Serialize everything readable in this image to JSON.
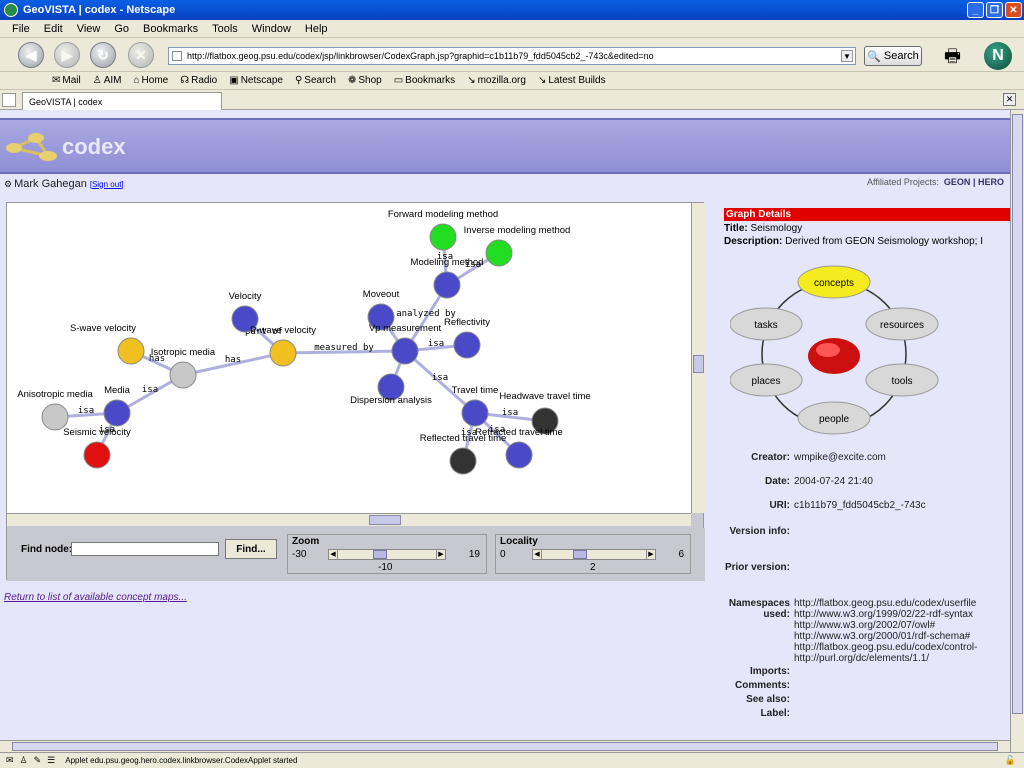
{
  "window": {
    "title": "GeoVISTA | codex - Netscape"
  },
  "menu": [
    "File",
    "Edit",
    "View",
    "Go",
    "Bookmarks",
    "Tools",
    "Window",
    "Help"
  ],
  "url": "http://flatbox.geog.psu.edu/codex/jsp/linkbrowser/CodexGraph.jsp?graphid=c1b11b79_fdd5045cb2_-743c&edited=no",
  "search_label": "Search",
  "personal_toolbar": [
    "Mail",
    "AIM",
    "Home",
    "Radio",
    "Netscape",
    "Search",
    "Shop",
    "Bookmarks",
    "mozilla.org",
    "Latest Builds"
  ],
  "tab": {
    "label": "GeoVISTA | codex"
  },
  "site": {
    "logo": "codex"
  },
  "user": {
    "name": "Mark Gahegan",
    "signout": "[Sign out]",
    "affiliated_label": "Affiliated Projects:",
    "projects": [
      "GEON",
      "HERO"
    ],
    "sep": "|"
  },
  "graph": {
    "nodes": [
      {
        "id": "forward",
        "label": "Forward modeling method",
        "color": "#22dd22"
      },
      {
        "id": "inverse",
        "label": "Inverse modeling method",
        "color": "#22dd22"
      },
      {
        "id": "modeling",
        "label": "Modeling method",
        "color": "#4a4ac8"
      },
      {
        "id": "moveout",
        "label": "Moveout",
        "color": "#4a4ac8"
      },
      {
        "id": "reflectivity",
        "label": "Reflectivity",
        "color": "#4a4ac8"
      },
      {
        "id": "measurement",
        "label": "Vp measurement",
        "color": "#4a4ac8"
      },
      {
        "id": "dispersion",
        "label": "Dispersion analysis",
        "color": "#4a4ac8"
      },
      {
        "id": "velocity",
        "label": "Velocity",
        "color": "#4a4ac8"
      },
      {
        "id": "pwave",
        "label": "P-wave velocity",
        "color": "#f0c020"
      },
      {
        "id": "swave",
        "label": "S-wave velocity",
        "color": "#f0c020"
      },
      {
        "id": "isotropic",
        "label": "Isotropic media",
        "color": "#c8c8c8"
      },
      {
        "id": "anisotropic",
        "label": "Anisotropic media",
        "color": "#c8c8c8"
      },
      {
        "id": "media",
        "label": "Media",
        "color": "#4a4ac8"
      },
      {
        "id": "seismic",
        "label": "Seismic velocity",
        "color": "#e01010"
      },
      {
        "id": "travel",
        "label": "Travel time",
        "color": "#4a4ac8"
      },
      {
        "id": "headwave",
        "label": "Headwave travel time",
        "color": "#333333"
      },
      {
        "id": "reflected",
        "label": "Reflected travel time",
        "color": "#333333"
      },
      {
        "id": "refracted",
        "label": "Refracted travel time",
        "color": "#4a4ac8"
      }
    ],
    "edges": [
      {
        "from": "forward",
        "to": "modeling",
        "label": "isa"
      },
      {
        "from": "inverse",
        "to": "modeling",
        "label": "isa"
      },
      {
        "from": "modeling",
        "to": "measurement",
        "label": "analyzed by"
      },
      {
        "from": "moveout",
        "to": "measurement",
        "label": ""
      },
      {
        "from": "reflectivity",
        "to": "measurement",
        "label": "isa"
      },
      {
        "from": "dispersion",
        "to": "measurement",
        "label": ""
      },
      {
        "from": "velocity",
        "to": "pwave",
        "label": "part of"
      },
      {
        "from": "pwave",
        "to": "measurement",
        "label": "measured by"
      },
      {
        "from": "isotropic",
        "to": "pwave",
        "label": "has"
      },
      {
        "from": "swave",
        "to": "isotropic",
        "label": "has"
      },
      {
        "from": "media",
        "to": "isotropic",
        "label": "isa"
      },
      {
        "from": "anisotropic",
        "to": "media",
        "label": "isa"
      },
      {
        "from": "seismic",
        "to": "media",
        "label": "isa"
      },
      {
        "from": "travel",
        "to": "measurement",
        "label": "isa"
      },
      {
        "from": "headwave",
        "to": "travel",
        "label": "isa"
      },
      {
        "from": "reflected",
        "to": "travel",
        "label": "isa"
      },
      {
        "from": "refracted",
        "to": "travel",
        "label": "isa"
      }
    ]
  },
  "controls": {
    "find_label": "Find node:",
    "find_button": "Find...",
    "zoom": {
      "label": "Zoom",
      "min": "-30",
      "max": "19",
      "value": "-10"
    },
    "locality": {
      "label": "Locality",
      "min": "0",
      "max": "6",
      "value": "2"
    }
  },
  "return_link": "Return to list of available concept maps...",
  "details": {
    "header": "Graph Details",
    "title_label": "Title:",
    "title": "Seismology",
    "description_label": "Description:",
    "description": "Derived from GEON Seismology workshop; I",
    "wheel": [
      "concepts",
      "tasks",
      "resources",
      "places",
      "tools",
      "people"
    ],
    "creator_label": "Creator:",
    "creator": "wmpike@excite.com",
    "date_label": "Date:",
    "date": "2004-07-24 21:40",
    "uri_label": "URI:",
    "uri": "c1b11b79_fdd5045cb2_-743c",
    "version_info_label": "Version info:",
    "prior_version_label": "Prior version:",
    "namespaces_label": "Namespaces used:",
    "namespaces": [
      "http://flatbox.geog.psu.edu/codex/userfile",
      "http://www.w3.org/1999/02/22-rdf-syntax",
      "http://www.w3.org/2002/07/owl#",
      "http://www.w3.org/2000/01/rdf-schema#",
      "http://flatbox.geog.psu.edu/codex/control-",
      "http://purl.org/dc/elements/1.1/"
    ],
    "imports_label": "Imports:",
    "comments_label": "Comments:",
    "see_also_label": "See also:",
    "label_label": "Label:"
  },
  "status": "Applet edu.psu.geog.hero.codex.linkbrowser.CodexApplet started"
}
